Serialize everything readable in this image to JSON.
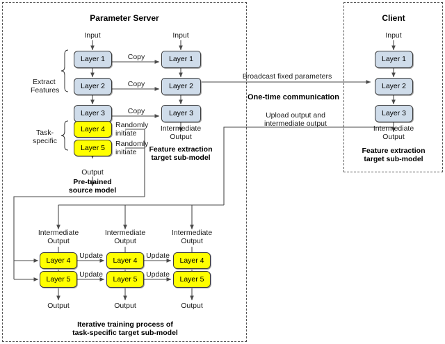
{
  "figure": {
    "panels": {
      "parameter_server": {
        "title": "Parameter Server"
      },
      "client": {
        "title": "Client"
      }
    },
    "source_model": {
      "input_label": "Input",
      "output_label": "Output",
      "group_labels": {
        "extract": "Extract\nFeatures",
        "task": "Task-\nspecific"
      },
      "extract_label_line1": "Extract",
      "extract_label_line2": "Features",
      "task_label_line1": "Task-",
      "task_label_line2": "specific",
      "layers": [
        {
          "name": "Layer 1",
          "color": "#cfdcea"
        },
        {
          "name": "Layer 2",
          "color": "#cfdcea"
        },
        {
          "name": "Layer 3",
          "color": "#cfdcea"
        },
        {
          "name": "Layer 4",
          "color": "#ffff00"
        },
        {
          "name": "Layer 5",
          "color": "#ffff00"
        }
      ],
      "caption_line1": "Pre-trained",
      "caption_line2": "source model",
      "copy_labels": [
        "Copy",
        "Copy",
        "Copy"
      ],
      "random_labels": [
        {
          "line1": "Randomly",
          "line2": "initiate"
        },
        {
          "line1": "Randomly",
          "line2": "initiate"
        }
      ]
    },
    "feature_submodel_server": {
      "input_label": "Input",
      "layers": [
        {
          "name": "Layer 1"
        },
        {
          "name": "Layer 2"
        },
        {
          "name": "Layer 3"
        }
      ],
      "intermediate_line1": "Intermediate",
      "intermediate_line2": "Output",
      "caption_line1": "Feature extraction",
      "caption_line2": "target sub-model"
    },
    "feature_submodel_client": {
      "input_label": "Input",
      "layers": [
        {
          "name": "Layer 1"
        },
        {
          "name": "Layer 2"
        },
        {
          "name": "Layer 3"
        }
      ],
      "intermediate_line1": "Intermediate",
      "intermediate_line2": "Output",
      "caption_line1": "Feature extraction",
      "caption_line2": "target sub-model"
    },
    "communication": {
      "broadcast_label": "Broadcast fixed parameters",
      "headline": "One-time communication",
      "upload_line1": "Upload output and",
      "upload_line2": "intermediate output"
    },
    "iterative": {
      "steps": [
        {
          "intermediate_line1": "Intermediate",
          "intermediate_line2": "Output",
          "layer4": "Layer 4",
          "layer5": "Layer 5",
          "output_label": "Output"
        },
        {
          "intermediate_line1": "Intermediate",
          "intermediate_line2": "Output",
          "layer4": "Layer 4",
          "layer5": "Layer 5",
          "output_label": "Output"
        },
        {
          "intermediate_line1": "Intermediate",
          "intermediate_line2": "Output",
          "layer4": "Layer 4",
          "layer5": "Layer 5",
          "output_label": "Output"
        }
      ],
      "update_labels": [
        "Update",
        "Update",
        "Update",
        "Update"
      ],
      "caption_line1": "Iterative training process of",
      "caption_line2": "task-specific target sub-model"
    },
    "colors": {
      "blue_fill": "#cfdcea",
      "yellow_fill": "#ffff00",
      "stroke": "#3a3a3a",
      "dash": "#555555",
      "wire": "#4a4a4a"
    }
  }
}
